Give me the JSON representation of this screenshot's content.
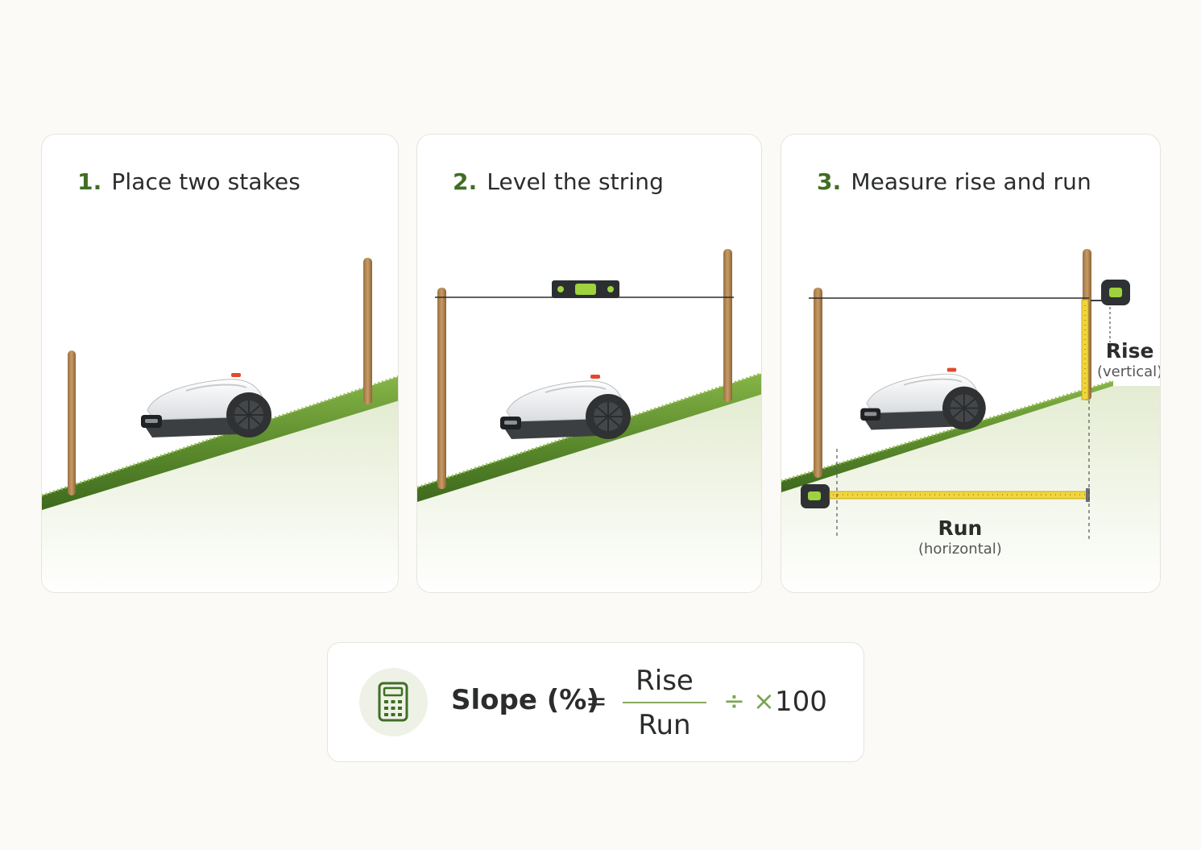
{
  "steps": [
    {
      "number": "1.",
      "title": "Place two stakes"
    },
    {
      "number": "2.",
      "title": "Level the string"
    },
    {
      "number": "3.",
      "title": "Measure rise and run"
    }
  ],
  "measure_labels": {
    "rise": "Rise",
    "rise_sub": "(vertical)",
    "run": "Run",
    "run_sub": "(horizontal)"
  },
  "formula": {
    "lhs": "Slope (%)",
    "equals": "=",
    "numerator": "Rise",
    "denominator": "Run",
    "operators": "÷ ×",
    "multiplier": "100"
  },
  "icons": [
    "calculator-icon",
    "spirit-level-icon",
    "tape-measure-icon",
    "robot-mower-icon"
  ],
  "colors": {
    "accent_green": "#3f6e23",
    "grass": "#5e8d2e",
    "stake": "#b58a58",
    "tape_yellow": "#f1d63a"
  }
}
